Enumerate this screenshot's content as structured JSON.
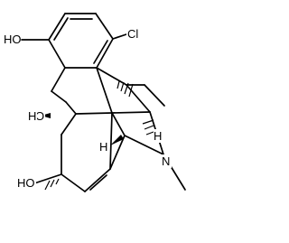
{
  "molecule": {
    "atoms": {
      "phenol_oh": "HO",
      "chloro": "Cl",
      "ether_oxygen": "O",
      "alcohol_oh": "HO",
      "amine_n": "N",
      "stereo_h_ether": "H",
      "stereo_h_ring": "H",
      "stereo_h_bridge": "H"
    }
  }
}
